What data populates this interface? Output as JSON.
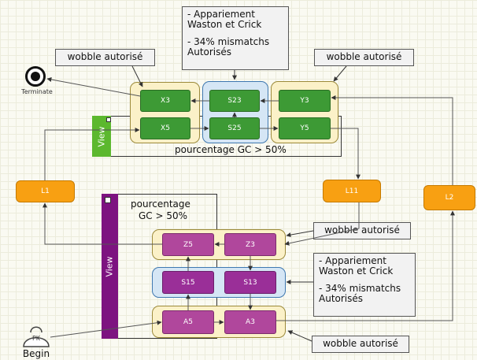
{
  "events": {
    "terminate": "Terminate",
    "begin": "Begin",
    "pk": "PK"
  },
  "callouts": {
    "top_wobble_left": "wobble autorisé",
    "top_wobble_right": "wobble autorisé",
    "top_pairing_l1": "- Appariement",
    "top_pairing_l2": "Waston et Crick",
    "top_pairing_l3": "- 34% mismatchs",
    "top_pairing_l4": "Autorisés",
    "bottom_wobble_mid": "wobble autorisé",
    "bottom_wobble_low": "wobble autorisé",
    "bottom_pairing_l1": "- Appariement",
    "bottom_pairing_l2": "Waston et Crick",
    "bottom_pairing_l3": "- 34% mismatchs",
    "bottom_pairing_l4": "Autorisés"
  },
  "lanes": {
    "top_tab": "View",
    "top_gc": "pourcentage GC > 50%",
    "bottom_tab": "View",
    "bottom_gc_l1": "pourcentage",
    "bottom_gc_l2": "GC > 50%"
  },
  "nodes": {
    "x3": "X3",
    "s23": "S23",
    "y3": "Y3",
    "x5": "X5",
    "s25": "S25",
    "y5": "Y5",
    "l1": "L1",
    "l11": "L11",
    "l2": "L2",
    "z5": "Z5",
    "z3": "Z3",
    "s15": "S15",
    "s13": "S13",
    "a5": "A5",
    "a3": "A3"
  },
  "colors": {
    "green": "#3d9a35",
    "purple": "#b0479c",
    "orange": "#f8a012",
    "olive_group": "#fbf1c8",
    "blue_group": "#d5e6f5",
    "lane_purple": "#7d1380",
    "lane_green": "#5cb82e"
  },
  "icons": [
    "terminate-icon",
    "begin-icon",
    "lane-collapse-icon"
  ]
}
